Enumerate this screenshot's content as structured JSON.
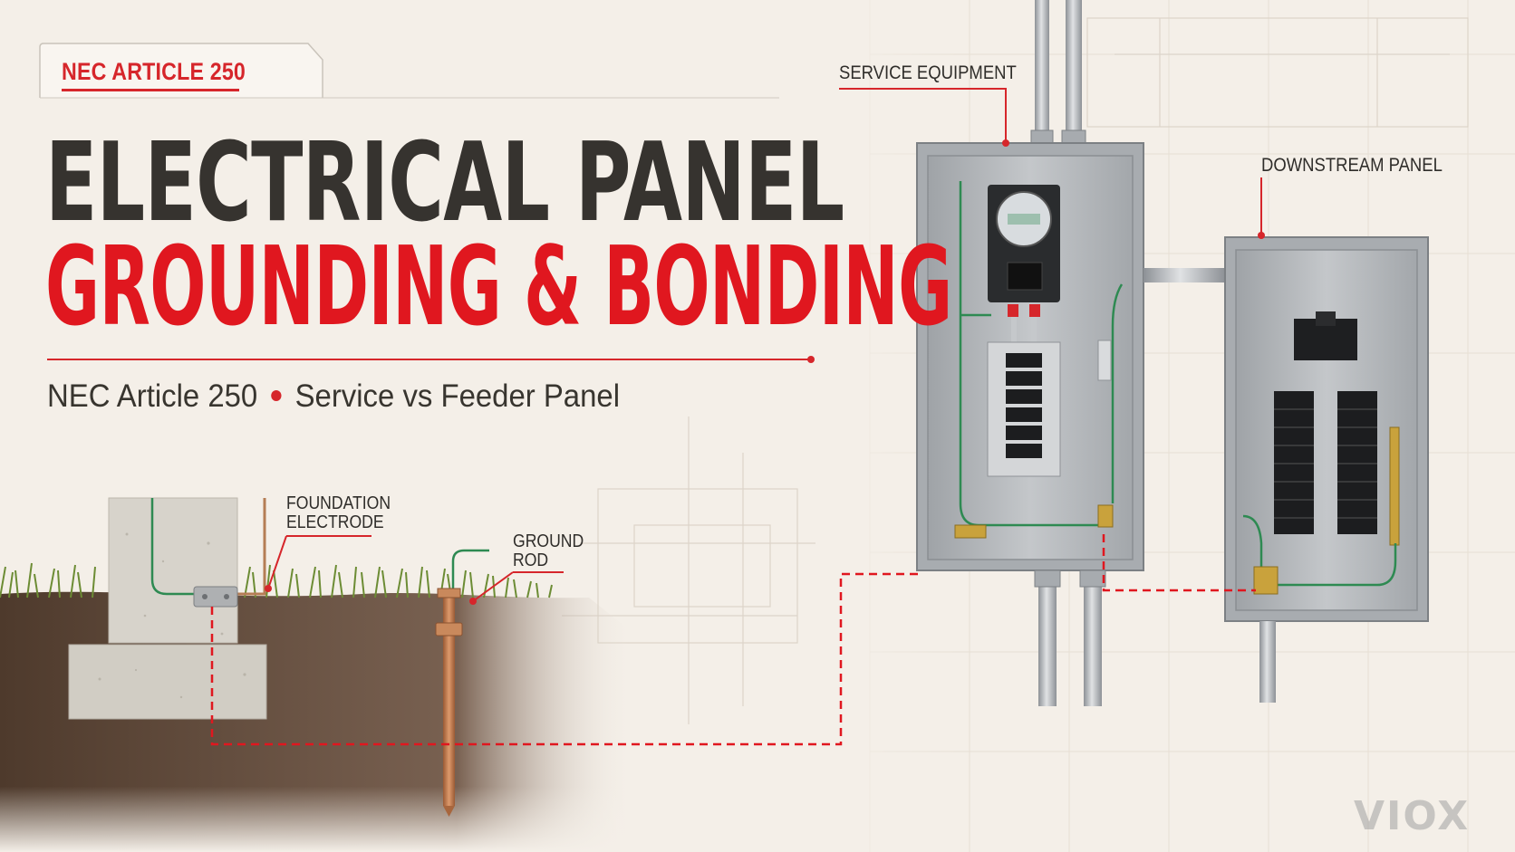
{
  "tab": {
    "label": "NEC ARTICLE 250"
  },
  "title": {
    "line1": "ELECTRICAL PANEL",
    "line2": "GROUNDING & BONDING"
  },
  "subtitle": {
    "left": "NEC Article 250",
    "right": "Service vs Feeder Panel"
  },
  "callouts": {
    "service_equipment": "SERVICE EQUIPMENT",
    "downstream_panel": "DOWNSTREAM PANEL",
    "foundation_electrode_1": "FOUNDATION",
    "foundation_electrode_2": "ELECTRODE",
    "ground_rod_1": "GROUND",
    "ground_rod_2": "ROD"
  },
  "brand": {
    "name": "VIOX"
  },
  "colors": {
    "accent_red": "#e0171f",
    "title_dark": "#36332f",
    "panel_gray": "#b9bcbf",
    "ground_wire_green": "#2e8a52",
    "copper": "#c07a4e",
    "soil": "#5c4332",
    "grass": "#6c8c34",
    "concrete": "#d7d3cb"
  }
}
